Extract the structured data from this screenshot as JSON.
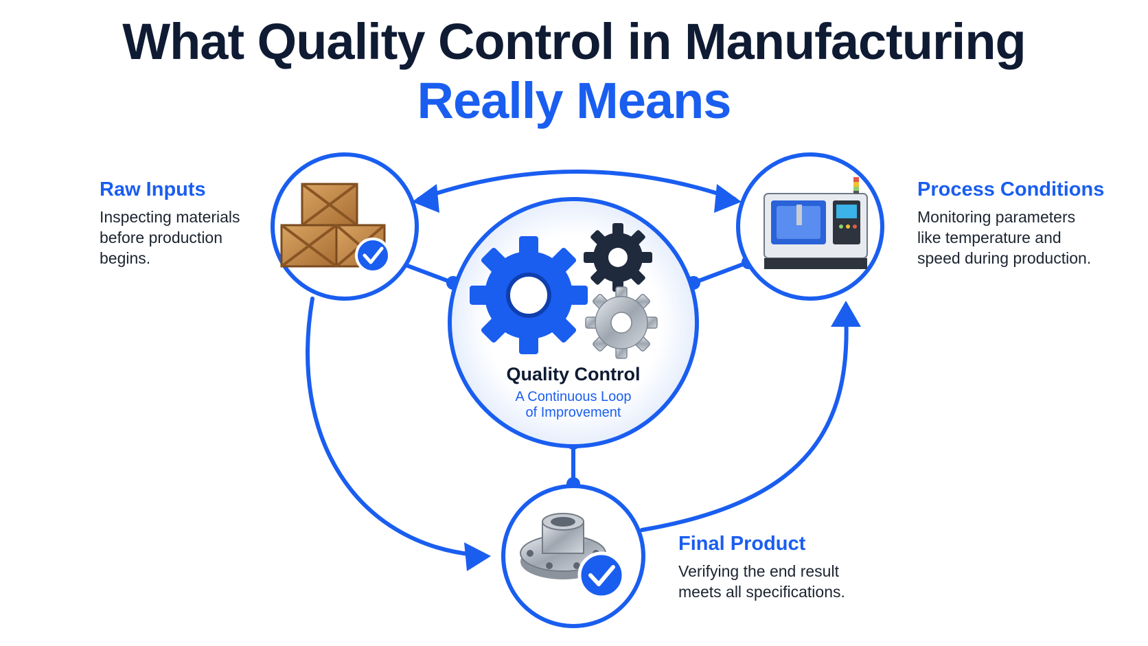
{
  "title": {
    "line1": "What Quality Control in Manufacturing",
    "line2": "Really Means"
  },
  "center": {
    "title": "Quality Control",
    "subtitle_line1": "A Continuous Loop",
    "subtitle_line2": "of Improvement",
    "icon": "gears-icon"
  },
  "nodes": {
    "raw_inputs": {
      "title": "Raw Inputs",
      "desc": [
        "Inspecting materials",
        "before production",
        "begins."
      ],
      "icon": "crates-icon"
    },
    "process_conditions": {
      "title": "Process Conditions",
      "desc": [
        "Monitoring parameters",
        "like temperature and",
        "speed during production."
      ],
      "icon": "cnc-machine-icon"
    },
    "final_product": {
      "title": "Final Product",
      "desc": [
        "Verifying the end result",
        "meets all specifications."
      ],
      "icon": "flange-part-icon"
    }
  },
  "colors": {
    "accent": "#1a5ef0",
    "dark": "#0f1b33",
    "text": "#1c2430"
  }
}
